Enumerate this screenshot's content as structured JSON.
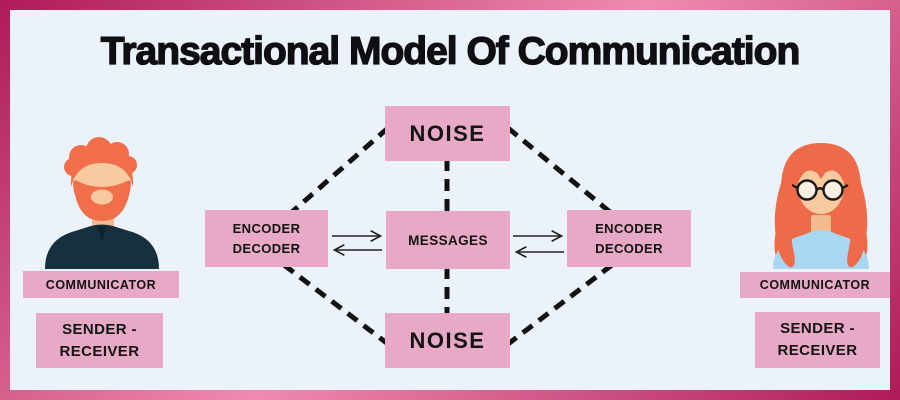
{
  "title": "Transactional Model Of Communication",
  "diagram": {
    "noise_top": {
      "label": "NOISE"
    },
    "noise_bottom": {
      "label": "NOISE"
    },
    "messages": {
      "label": "MESSAGES"
    },
    "encoder_left": {
      "lines": [
        "ENCODER",
        "DECODER"
      ]
    },
    "encoder_right": {
      "lines": [
        "ENCODER",
        "DECODER"
      ]
    }
  },
  "left_person": {
    "avatar": "man-avatar",
    "role_label": "COMMUNICATOR",
    "sender_receiver_lines": [
      "SENDER -",
      "RECEIVER"
    ]
  },
  "right_person": {
    "avatar": "woman-avatar",
    "role_label": "COMMUNICATOR",
    "sender_receiver_lines": [
      "SENDER -",
      "RECEIVER"
    ]
  },
  "colors": {
    "frame_border_dark": "#ae1a58",
    "frame_border_light": "#ef8bb0",
    "background": "#ecf2fa",
    "box_pink": "#e7a9c5",
    "text": "#141418",
    "dashed_line": "#121212",
    "hair_orange": "#f1704b",
    "skin": "#f9c9a0",
    "neck_skin": "#f2bb8f",
    "man_shirt_navy": "#16303d",
    "woman_shirt_blue": "#a9d6f0"
  }
}
